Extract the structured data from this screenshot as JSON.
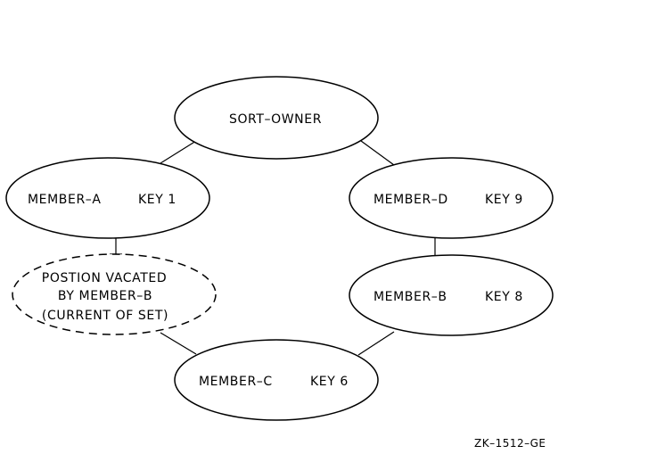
{
  "diagram": {
    "nodes": {
      "sort_owner": {
        "label": "SORT–OWNER"
      },
      "member_a": {
        "name": "MEMBER–A",
        "key": "KEY 1"
      },
      "member_d": {
        "name": "MEMBER–D",
        "key": "KEY 9"
      },
      "vacated": {
        "line1": "POSTION VACATED",
        "line2": "BY MEMBER–B",
        "line3": "(CURRENT OF SET)"
      },
      "member_b": {
        "name": "MEMBER–B",
        "key": "KEY 8"
      },
      "member_c": {
        "name": "MEMBER–C",
        "key": "KEY 6"
      }
    },
    "reference": "ZK–1512–GE"
  }
}
